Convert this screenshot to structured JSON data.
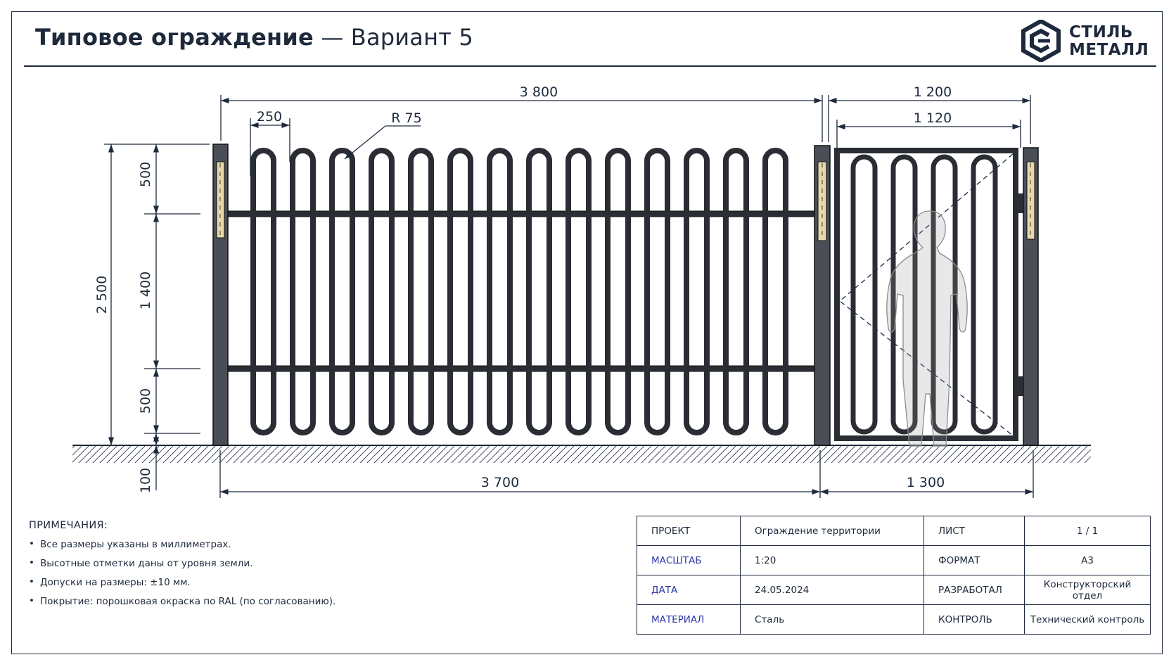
{
  "header": {
    "title_bold": "Типовое ограждение",
    "title_rest": " — Вариант 5"
  },
  "logo": {
    "line1": "СТИЛЬ",
    "line2": "МЕТАЛЛ",
    "mark_icon": "hexagon-s-logo-icon"
  },
  "drawing": {
    "dims": {
      "top_section": "3 800",
      "top_gate": "1 200",
      "gate_inner": "1 120",
      "picket_pitch": "250",
      "radius": "R 75",
      "height_total": "2 500",
      "height_top": "500",
      "height_mid": "1 400",
      "height_bottom": "500",
      "ground_clear": "100",
      "bottom_section": "3 700",
      "bottom_gate": "1 300"
    },
    "figure_icon": "human-silhouette-icon"
  },
  "notes": {
    "title": "ПРИМЕЧАНИЯ:",
    "items": [
      "Все размеры указаны в миллиметрах.",
      "Высотные отметки даны от уровня земли.",
      "Допуски на размеры: ±10 мм.",
      "Покрытие: порошковая окраска по RAL (по согласованию)."
    ]
  },
  "stamp": {
    "rows": [
      {
        "k1": "ПРОЕКТ",
        "v1": "Ограждение территории",
        "k2": "ЛИСТ",
        "v2": "1 / 1"
      },
      {
        "k1": "МАСШТАБ",
        "v1": "1:20",
        "k2": "ФОРМАТ",
        "v2": "А3"
      },
      {
        "k1": "ДАТА",
        "v1": "24.05.2024",
        "k2": "РАЗРАБОТАЛ",
        "v2": "Конструкторский отдел"
      },
      {
        "k1": "МАТЕРИАЛ",
        "v1": "Сталь",
        "k2": "КОНТРОЛЬ",
        "v2": "Технический контроль"
      }
    ]
  },
  "colors": {
    "ink": "#1e2a3c",
    "accent_blue": "#2b3aa8",
    "wood": "#e8d8a8"
  }
}
